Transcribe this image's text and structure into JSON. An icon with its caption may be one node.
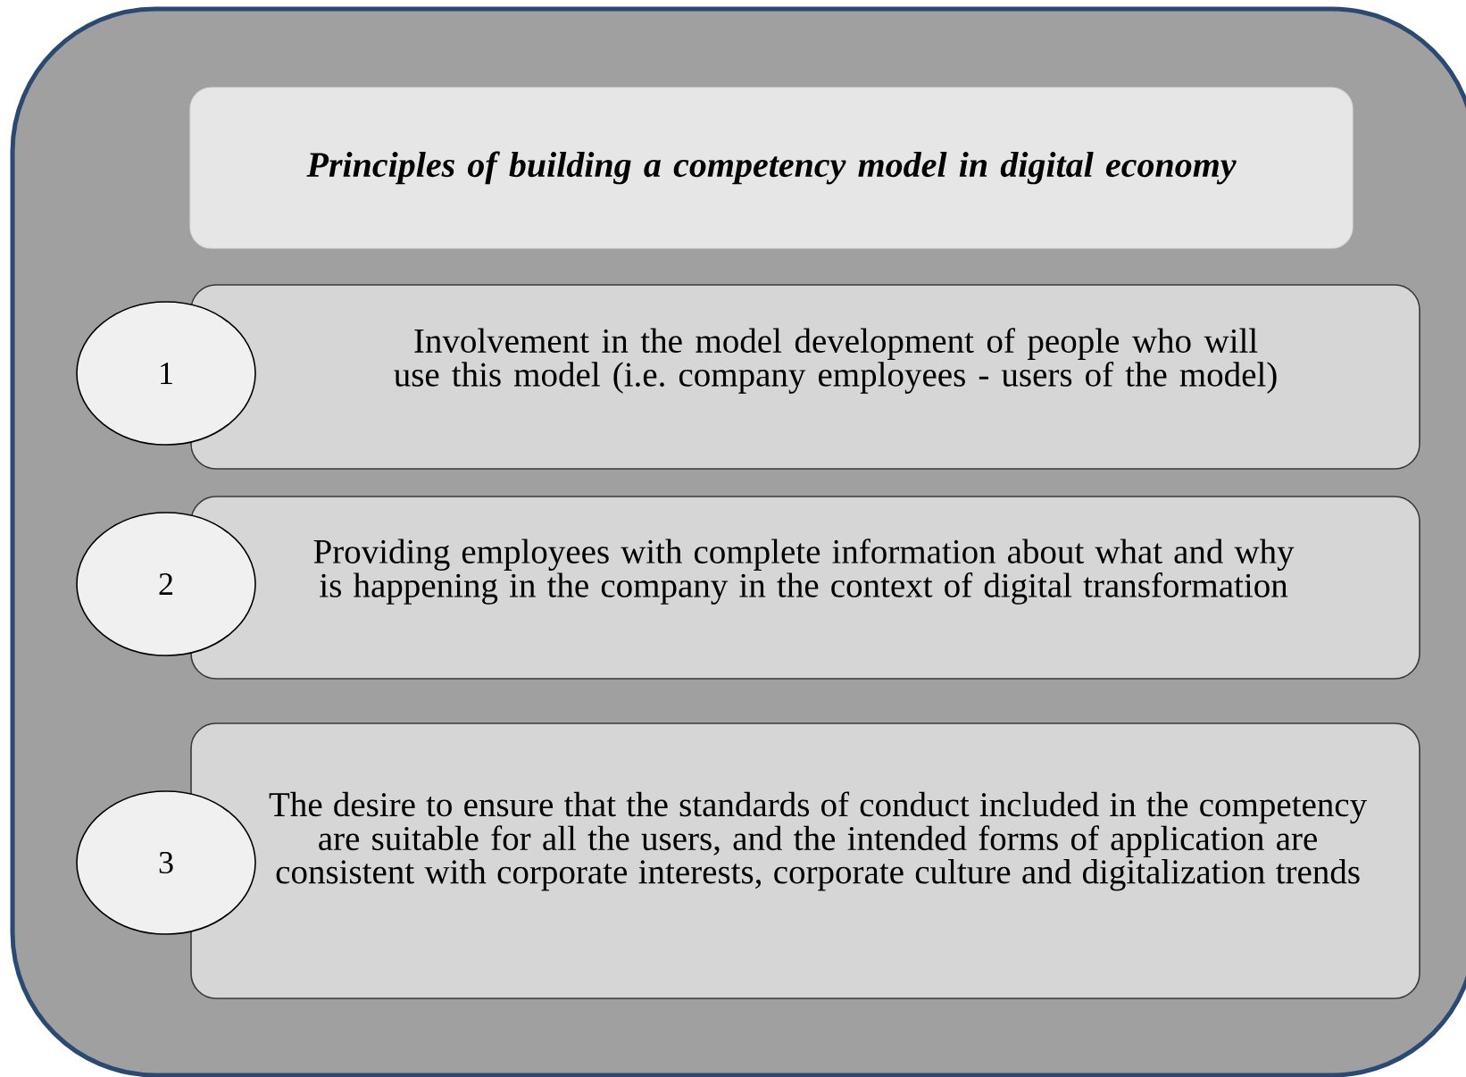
{
  "diagram": {
    "nodes": [
      {
        "text": [],
        "shape": "box"
      },
      {
        "text": [
          "Principles of building a competency model in digital economy"
        ],
        "in": 0
      },
      {
        "text": [
          "1"
        ],
        "in": 0
      },
      {
        "text": [
          "Involvement in the model development of people who will use this model (i.e. company employees - users of the model)"
        ],
        "in": 0
      },
      {
        "text": [
          "2"
        ],
        "in": 0
      },
      {
        "text": [
          "Providing employees with complete information about what and why is happening in the company in the context of digital transformation"
        ],
        "in": 0
      },
      {
        "text": [
          "3"
        ],
        "in": 0
      },
      {
        "text": [
          "The desire to ensure that the standards of conduct included in the competency are suitable for all the users, and the intended forms of application are consistent with corporate interests, corporate culture and digitalization trends"
        ],
        "in": 0
      }
    ]
  }
}
